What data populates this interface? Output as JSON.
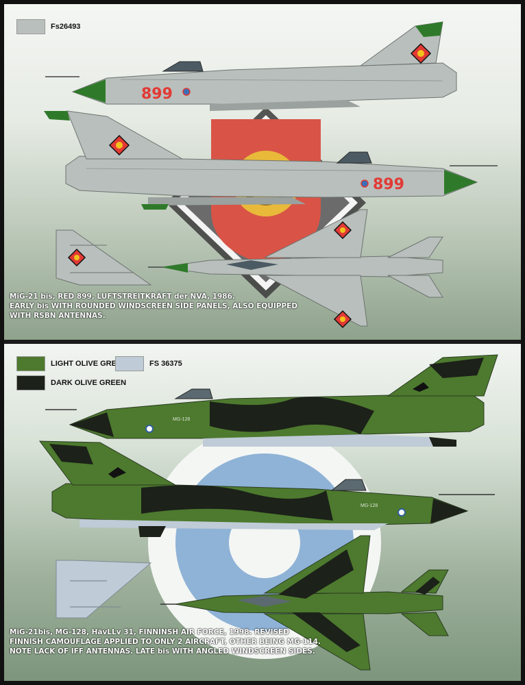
{
  "top_scheme": {
    "swatches": [
      {
        "code": "Fs26493",
        "color": "#b9bfbc"
      }
    ],
    "aircraft_number": "899",
    "number_color": "#e23a35",
    "caption_lines": [
      "MiG-21 bis, RED 899, LUFTSTREITKRÄFT der NVA, 1986.",
      "EARLY bis WITH ROUNDED WINDSCREEN SIDE PANELS, ALSO EQUIPPED",
      "WITH RSBN ANTENNAS."
    ]
  },
  "bottom_scheme": {
    "swatches": [
      {
        "code": "LIGHT OLIVE GREEN",
        "color": "#4d7a2e"
      },
      {
        "code": "FS 36375",
        "color": "#bfcbd6"
      },
      {
        "code": "DARK OLIVE GREEN",
        "color": "#1c2119"
      }
    ],
    "serial": "MG-128",
    "caption_lines": [
      "MiG-21bis, MG-128, HävLLv 31, FINNINSH AIR FORCE, 1998. REVISED",
      "FINNISH CAMOUFLAGE APPLIED TO ONLY 2 AIRCRAFT, OTHER BEING MG-114.",
      "NOTE LACK OF IFF ANTENNAS. LATE bis WITH ANGLED WINDSCREEN SIDES."
    ]
  },
  "colors": {
    "nva_grey": "#b9bfbc",
    "nva_red": "#e23a35",
    "nva_yellow": "#f2c21c",
    "finnish_blue": "#8fb3d6",
    "olive_light": "#4d7a2e",
    "olive_dark": "#1c2119"
  }
}
